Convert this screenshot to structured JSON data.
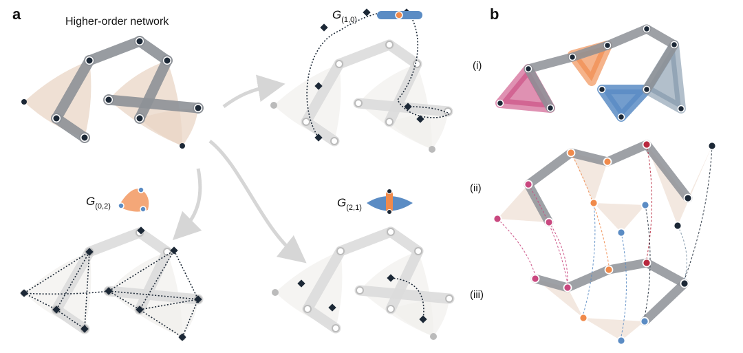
{
  "panels": {
    "a": {
      "label": "a",
      "title": "Higher-order network",
      "g10": {
        "symbol": "G",
        "subscript": "(1,0)"
      },
      "g02": {
        "symbol": "G",
        "subscript": "(0,2)"
      },
      "g21": {
        "symbol": "G",
        "subscript": "(2,1)"
      }
    },
    "b": {
      "label": "b",
      "rows": [
        "(i)",
        "(ii)",
        "(iii)"
      ]
    }
  },
  "colors": {
    "hyperedge_fill": "#e9d6c6",
    "edge_dark": "#8d9197",
    "edge_light": "#dcdcdc",
    "node_dark": "#1c2836",
    "orange": "#f08a4b",
    "pink": "#c9487f",
    "blue": "#5b8cc4",
    "slate": "#7f95a8",
    "red": "#b8283e"
  }
}
